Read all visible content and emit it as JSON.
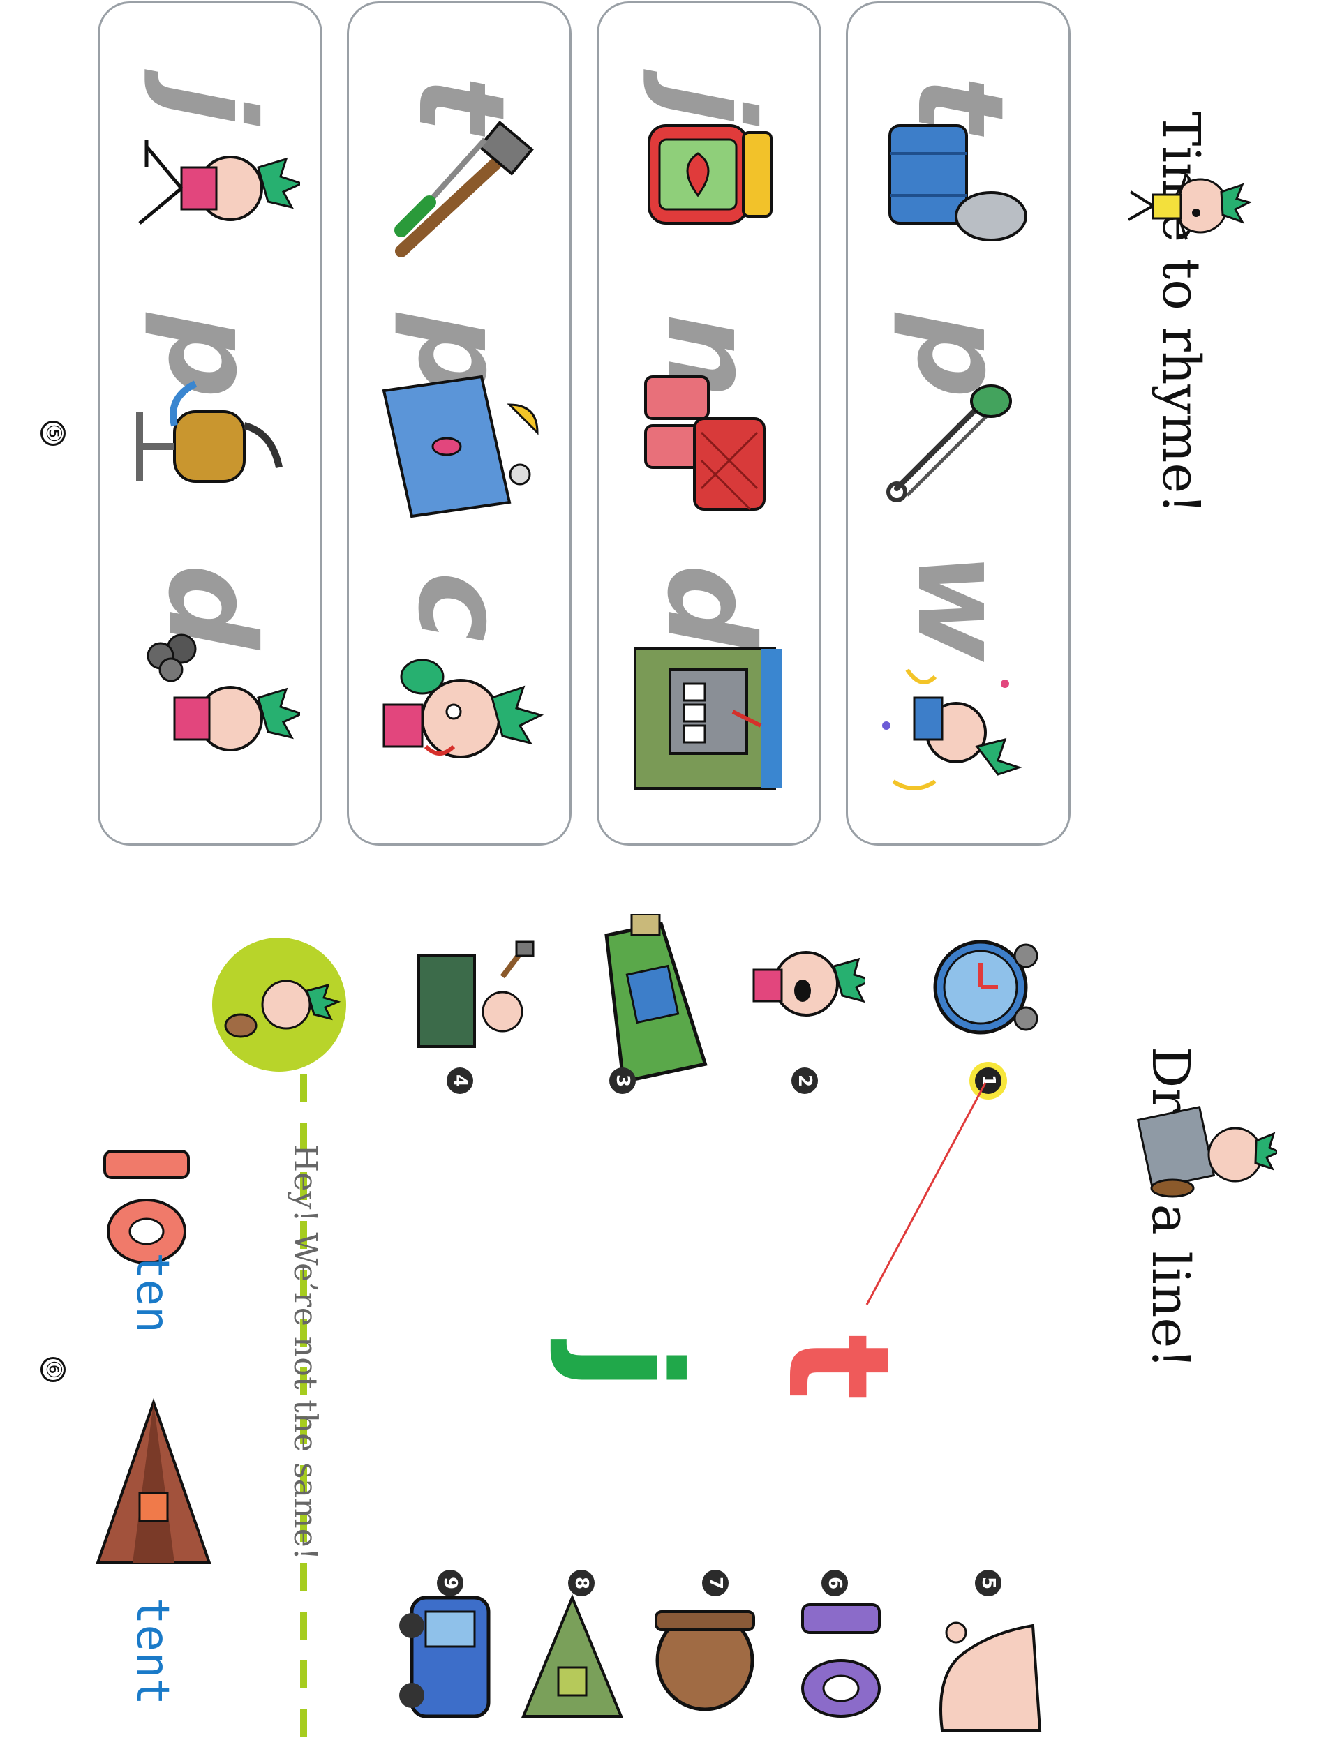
{
  "left_page": {
    "title": "Time to rhyme!",
    "page_number": "⑤",
    "rows": [
      {
        "letters": [
          "t",
          "p",
          "w"
        ],
        "pictures": [
          "tin-can",
          "safety-pin",
          "winner-with-trophy"
        ]
      },
      {
        "letters": [
          "j",
          "n",
          "d"
        ],
        "pictures": [
          "jam-jar",
          "sandwich-basket",
          "dam"
        ]
      },
      {
        "letters": [
          "t",
          "p",
          "c"
        ],
        "pictures": [
          "tools-hammer-screwdriver",
          "paddling-pool",
          "kid-with-cap"
        ]
      },
      {
        "letters": [
          "j",
          "p",
          "d"
        ],
        "pictures": [
          "kid-jumping",
          "water-pump",
          "kid-digging"
        ]
      }
    ]
  },
  "right_page": {
    "title": "Draw a line!",
    "page_number": "⑥",
    "letters": {
      "first": "t",
      "second": "j"
    },
    "numbers": [
      "1",
      "2",
      "3",
      "4",
      "5",
      "6",
      "7",
      "8",
      "9"
    ],
    "pictures": [
      "clock",
      "kid-yelling",
      "paint-tube",
      "man-hammering-box",
      "toe",
      "ten",
      "pot",
      "tent",
      "jeep"
    ],
    "speech": "Hey! We’re not the same!",
    "big_ten": "10",
    "words": [
      "ten",
      "tent"
    ],
    "colors": {
      "first_letter": "#ef5a5a",
      "second_letter": "#20a84a",
      "dash_line": "#a6cc1f",
      "word": "#1a7ac8",
      "badge": "#b8d42a"
    }
  }
}
